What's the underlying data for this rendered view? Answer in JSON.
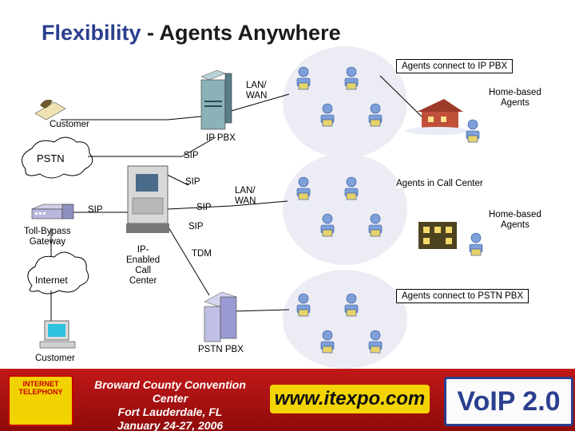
{
  "title": {
    "highlight": "Flexibility",
    "rest": " - Agents Anywhere"
  },
  "labels": {
    "agents_ip_pbx": "Agents connect to IP PBX",
    "lan_wan_top": "LAN/\nWAN",
    "home_agents_top": "Home-based\nAgents",
    "customer_top": "Customer",
    "ip_pbx": "IP PBX",
    "pstn": "PSTN",
    "sip_1": "SIP",
    "sip_2": "SIP",
    "sip_3": "SIP",
    "sip_4": "SIP",
    "sip_5": "SIP",
    "lan_wan_mid": "LAN/\nWAN",
    "agents_call_center": "Agents in Call Center",
    "home_agents_mid": "Home-based\nAgents",
    "toll_bypass": "Toll-Bypass\nGateway",
    "ip_call_center": "IP-\nEnabled\nCall\nCenter",
    "tdm": "TDM",
    "internet": "Internet",
    "agents_pstn_pbx": "Agents connect to PSTN PBX",
    "customer_bottom": "Customer",
    "pstn_pbx": "PSTN PBX"
  },
  "banner": {
    "logo": "INTERNET TELEPHONY",
    "event_line1": "Broward County Convention Center",
    "event_line2": "Fort Lauderdale, FL",
    "event_line3": "January 24-27, 2006",
    "url": "www.itexpo.com",
    "brand": "VoIP 2.0"
  },
  "colors": {
    "title_accent": "#2a3f8f",
    "banner_red": "#c21818",
    "banner_yellow": "#f4d400",
    "cloud_fill": "#ececf4"
  }
}
